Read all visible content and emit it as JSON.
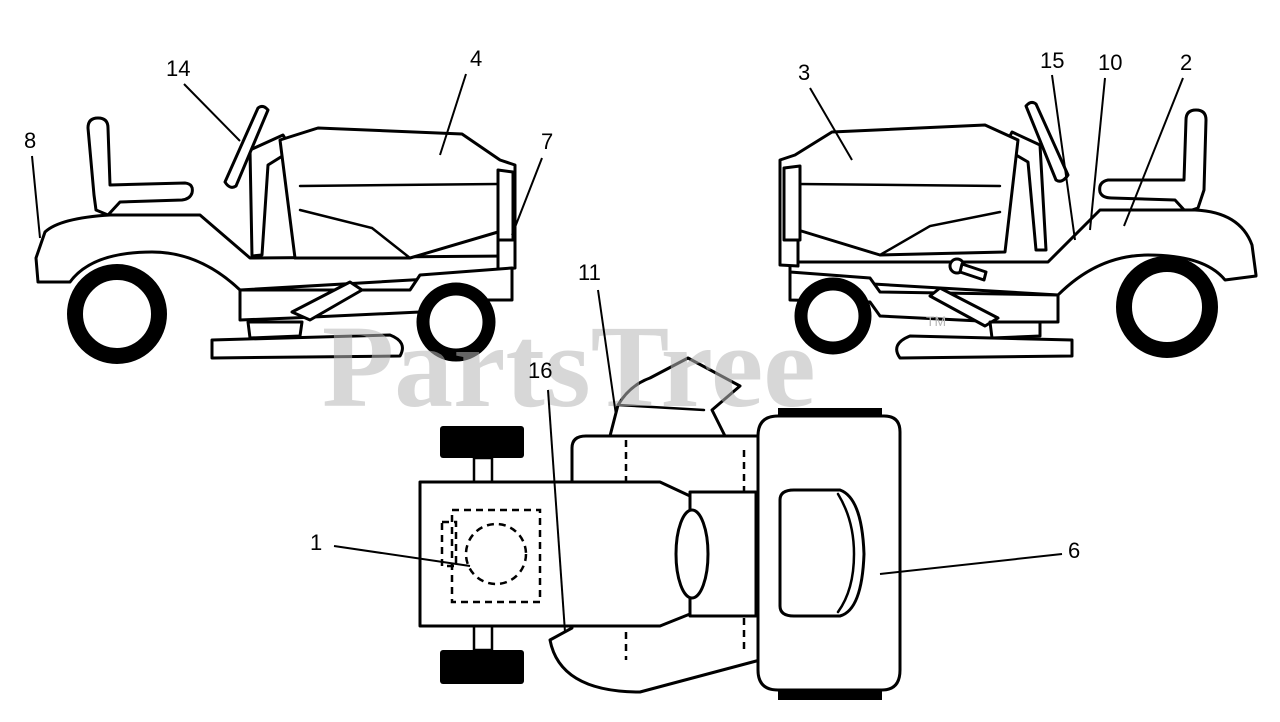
{
  "watermark": {
    "text": "PartsTree",
    "trademark": "TM"
  },
  "callouts": {
    "c1": "1",
    "c2": "2",
    "c3": "3",
    "c4": "4",
    "c6": "6",
    "c7": "7",
    "c8": "8",
    "c10": "10",
    "c11": "11",
    "c14": "14",
    "c15": "15",
    "c16": "16"
  }
}
